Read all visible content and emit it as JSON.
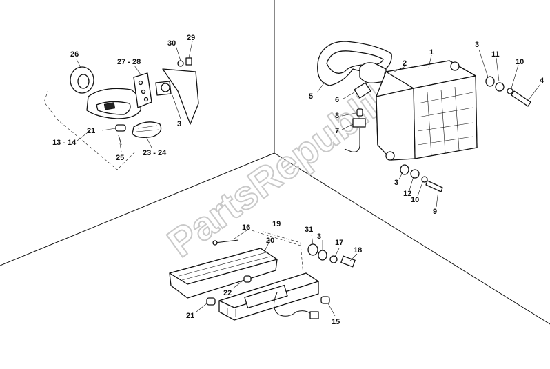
{
  "watermark": "PartsRepublik",
  "callouts": {
    "c1": "1",
    "c2": "2",
    "c3a": "3",
    "c3b": "3",
    "c3c": "3",
    "c3d": "3",
    "c4": "4",
    "c5": "5",
    "c6": "6",
    "c7": "7",
    "c8": "8",
    "c9": "9",
    "c10a": "10",
    "c10b": "10",
    "c11": "11",
    "c12": "12",
    "c15": "15",
    "c16": "16",
    "c17": "17",
    "c18": "18",
    "c19": "19",
    "c20": "20",
    "c21a": "21",
    "c21b": "21",
    "c22": "22",
    "c13": "13 - 14",
    "c23": "23 - 24",
    "c25": "25",
    "c26": "26",
    "c27": "27 - 28",
    "c29": "29",
    "c30": "30",
    "c31": "31"
  }
}
